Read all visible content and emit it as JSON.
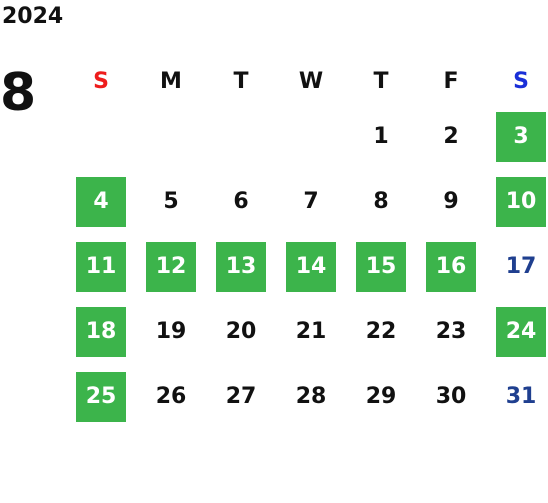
{
  "calendar": {
    "year": "2024",
    "month": "8",
    "weekdays": [
      {
        "label": "S",
        "kind": "sun"
      },
      {
        "label": "M",
        "kind": "weekday"
      },
      {
        "label": "T",
        "kind": "weekday"
      },
      {
        "label": "W",
        "kind": "weekday"
      },
      {
        "label": "T",
        "kind": "weekday"
      },
      {
        "label": "F",
        "kind": "weekday"
      },
      {
        "label": "S",
        "kind": "sat"
      }
    ],
    "weeks": [
      [
        null,
        null,
        null,
        null,
        {
          "day": "1",
          "style": "plain"
        },
        {
          "day": "2",
          "style": "plain"
        },
        {
          "day": "3",
          "style": "holiday"
        }
      ],
      [
        {
          "day": "4",
          "style": "holiday"
        },
        {
          "day": "5",
          "style": "plain"
        },
        {
          "day": "6",
          "style": "plain"
        },
        {
          "day": "7",
          "style": "plain"
        },
        {
          "day": "8",
          "style": "plain"
        },
        {
          "day": "9",
          "style": "plain"
        },
        {
          "day": "10",
          "style": "holiday"
        }
      ],
      [
        {
          "day": "11",
          "style": "holiday"
        },
        {
          "day": "12",
          "style": "holiday"
        },
        {
          "day": "13",
          "style": "holiday"
        },
        {
          "day": "14",
          "style": "holiday"
        },
        {
          "day": "15",
          "style": "holiday"
        },
        {
          "day": "16",
          "style": "holiday"
        },
        {
          "day": "17",
          "style": "sat-plain"
        }
      ],
      [
        {
          "day": "18",
          "style": "holiday"
        },
        {
          "day": "19",
          "style": "plain"
        },
        {
          "day": "20",
          "style": "plain"
        },
        {
          "day": "21",
          "style": "plain"
        },
        {
          "day": "22",
          "style": "plain"
        },
        {
          "day": "23",
          "style": "plain"
        },
        {
          "day": "24",
          "style": "holiday"
        }
      ],
      [
        {
          "day": "25",
          "style": "holiday"
        },
        {
          "day": "26",
          "style": "plain"
        },
        {
          "day": "27",
          "style": "plain"
        },
        {
          "day": "28",
          "style": "plain"
        },
        {
          "day": "29",
          "style": "plain"
        },
        {
          "day": "30",
          "style": "plain"
        },
        {
          "day": "31",
          "style": "sat-plain"
        }
      ]
    ],
    "colors": {
      "holiday_bg": "#3cb44b",
      "sunday_header": "#ee1c1c",
      "saturday_header": "#1a2fd8",
      "saturday_day": "#1f3f8f",
      "text": "#111111"
    }
  }
}
